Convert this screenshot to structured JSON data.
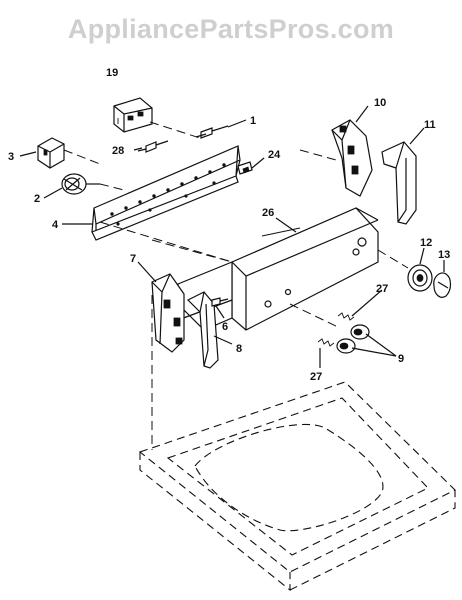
{
  "watermark": "AppliancePartsPros.com",
  "callouts": {
    "c1": "1",
    "c2": "2",
    "c3": "3",
    "c4": "4",
    "c6": "6",
    "c7": "7",
    "c8": "8",
    "c9": "9",
    "c10": "10",
    "c11": "11",
    "c12": "12",
    "c13": "13",
    "c19": "19",
    "c24": "24",
    "c26": "26",
    "c27a": "27",
    "c27b": "27",
    "c28": "28"
  }
}
